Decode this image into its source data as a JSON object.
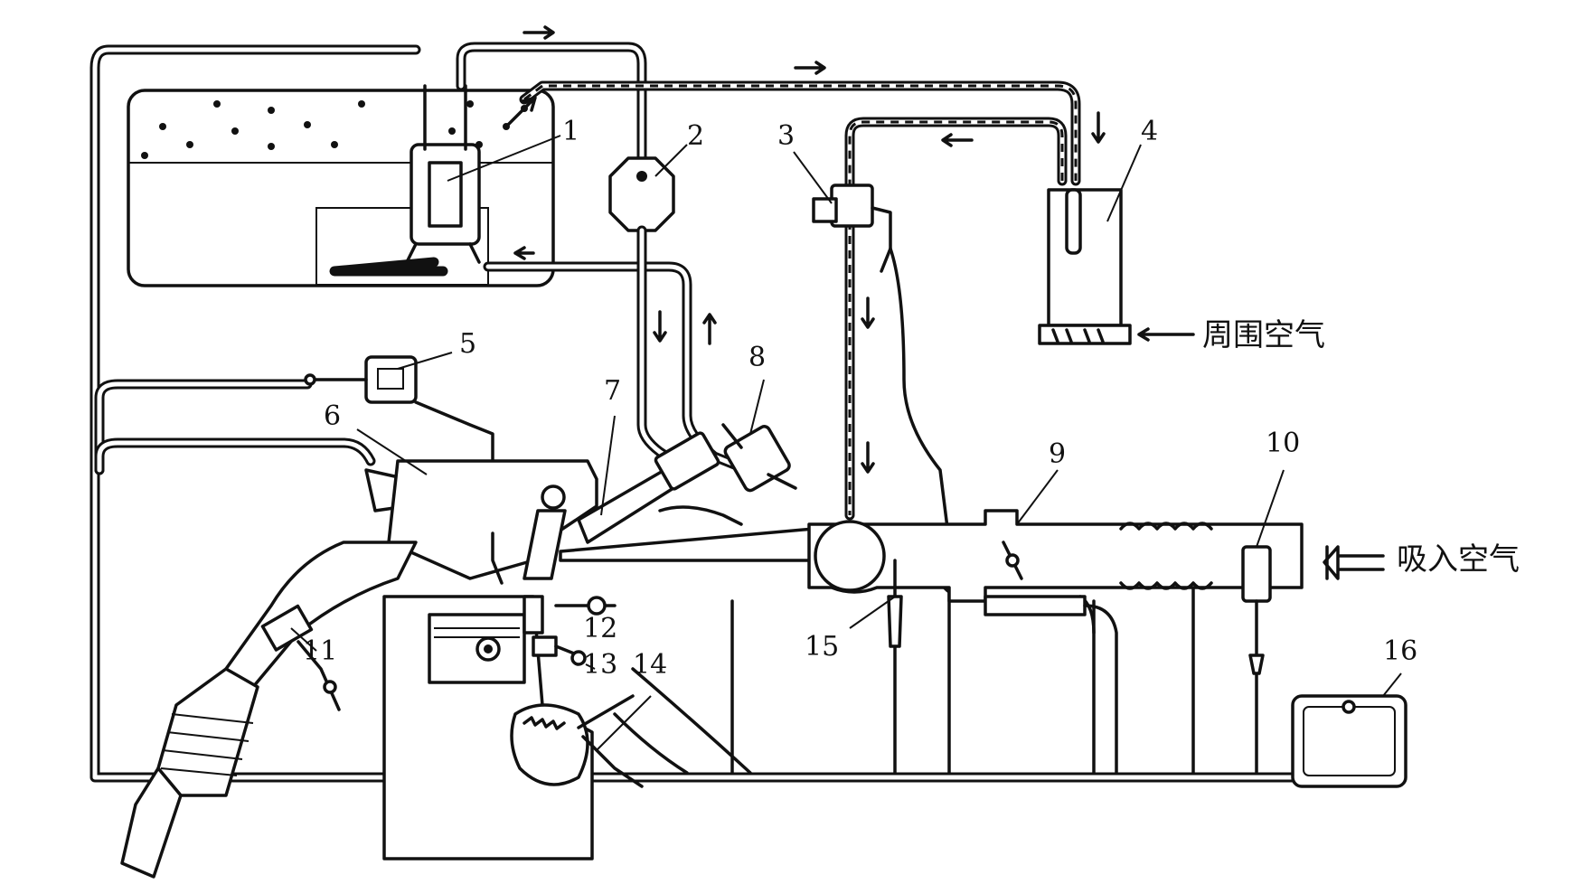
{
  "labels": {
    "n1": "1",
    "n2": "2",
    "n3": "3",
    "n4": "4",
    "n5": "5",
    "n6": "6",
    "n7": "7",
    "n8": "8",
    "n9": "9",
    "n10": "10",
    "n11": "11",
    "n12": "12",
    "n13": "13",
    "n14": "14",
    "n15": "15",
    "n16": "16",
    "ambient_air": "周围空气",
    "intake_air": "吸入空气"
  }
}
